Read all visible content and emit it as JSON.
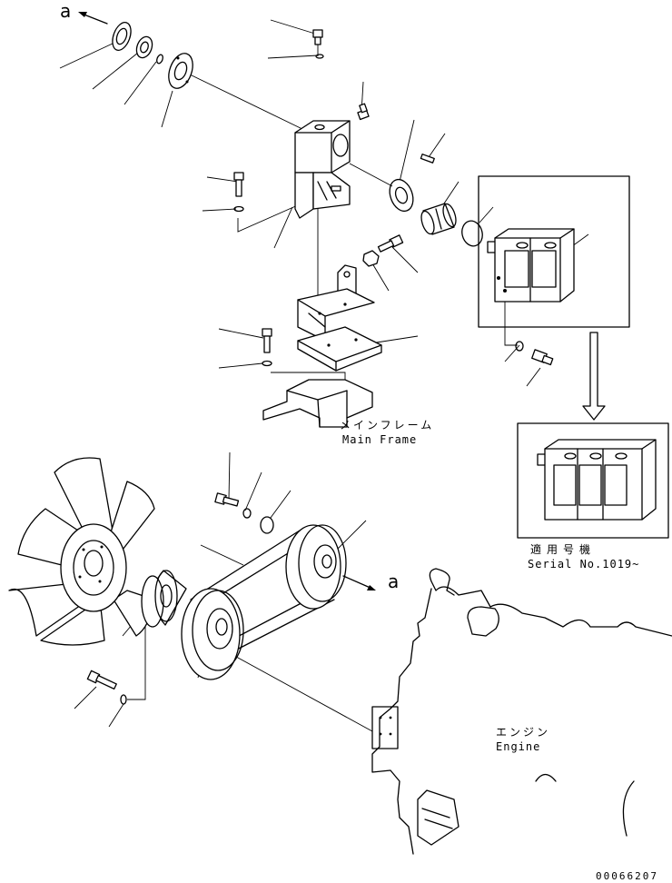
{
  "labels": {
    "arrow_ref_top": "a",
    "arrow_ref_mid": "a",
    "main_frame_jp": "メインフレーム",
    "main_frame_en": "Main Frame",
    "applicable_jp": "適用号機",
    "serial_en": "Serial No.1019~",
    "engine_jp": "エンジン",
    "engine_en": "Engine",
    "drawing_no": "00066207"
  }
}
